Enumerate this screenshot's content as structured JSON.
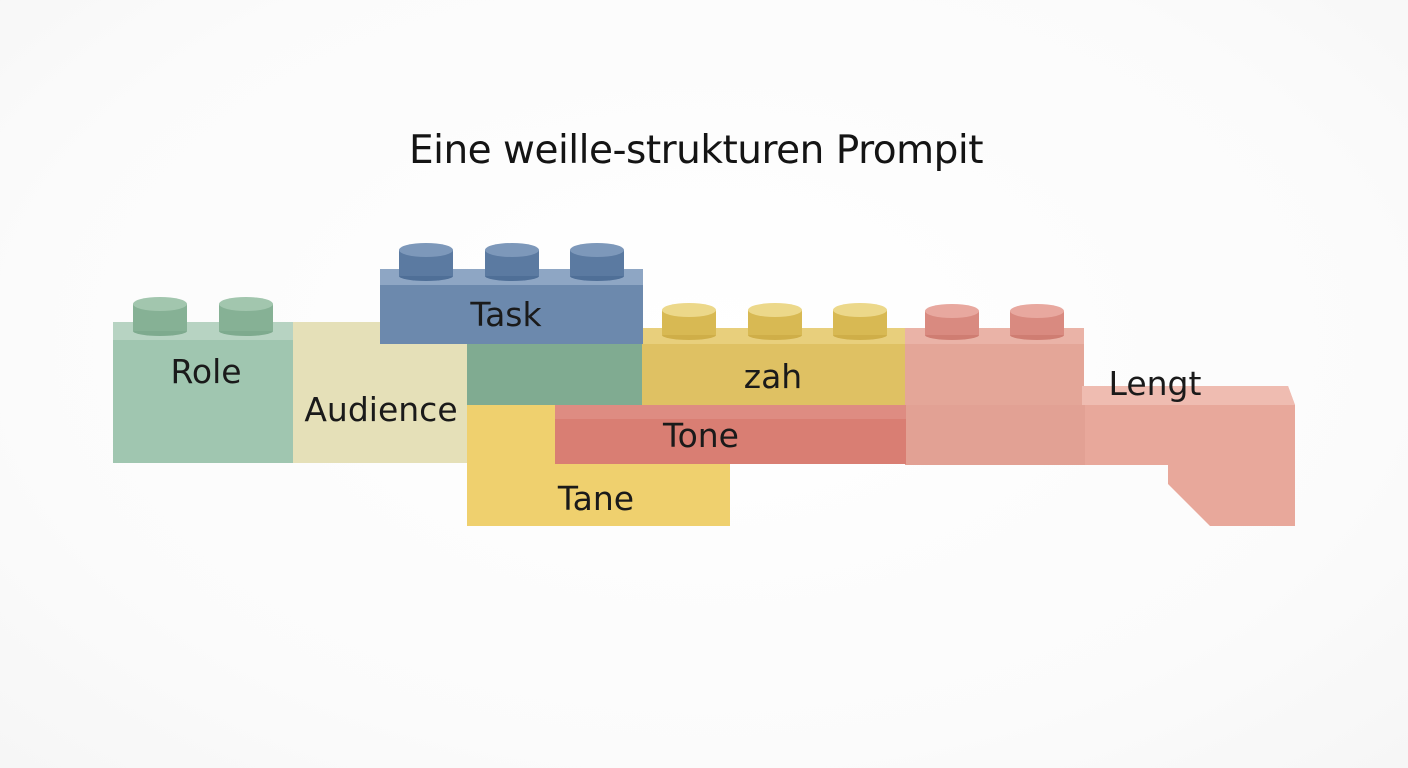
{
  "title": "Eine weille-strukturen Prompit",
  "blocks": {
    "role": {
      "label": "Role",
      "color": "#9fc4ae"
    },
    "audience": {
      "label": "Audience",
      "color": "#e4dfb5"
    },
    "task": {
      "label": "Task",
      "color": "#6b89ad"
    },
    "zah": {
      "label": "zah",
      "color": "#dfc062"
    },
    "tone": {
      "label": "Tone",
      "color": "#d97f74"
    },
    "tane": {
      "label": "Tane",
      "color": "#eecf6c"
    },
    "length": {
      "label": "Lengt",
      "color": "#e7a89b"
    }
  }
}
